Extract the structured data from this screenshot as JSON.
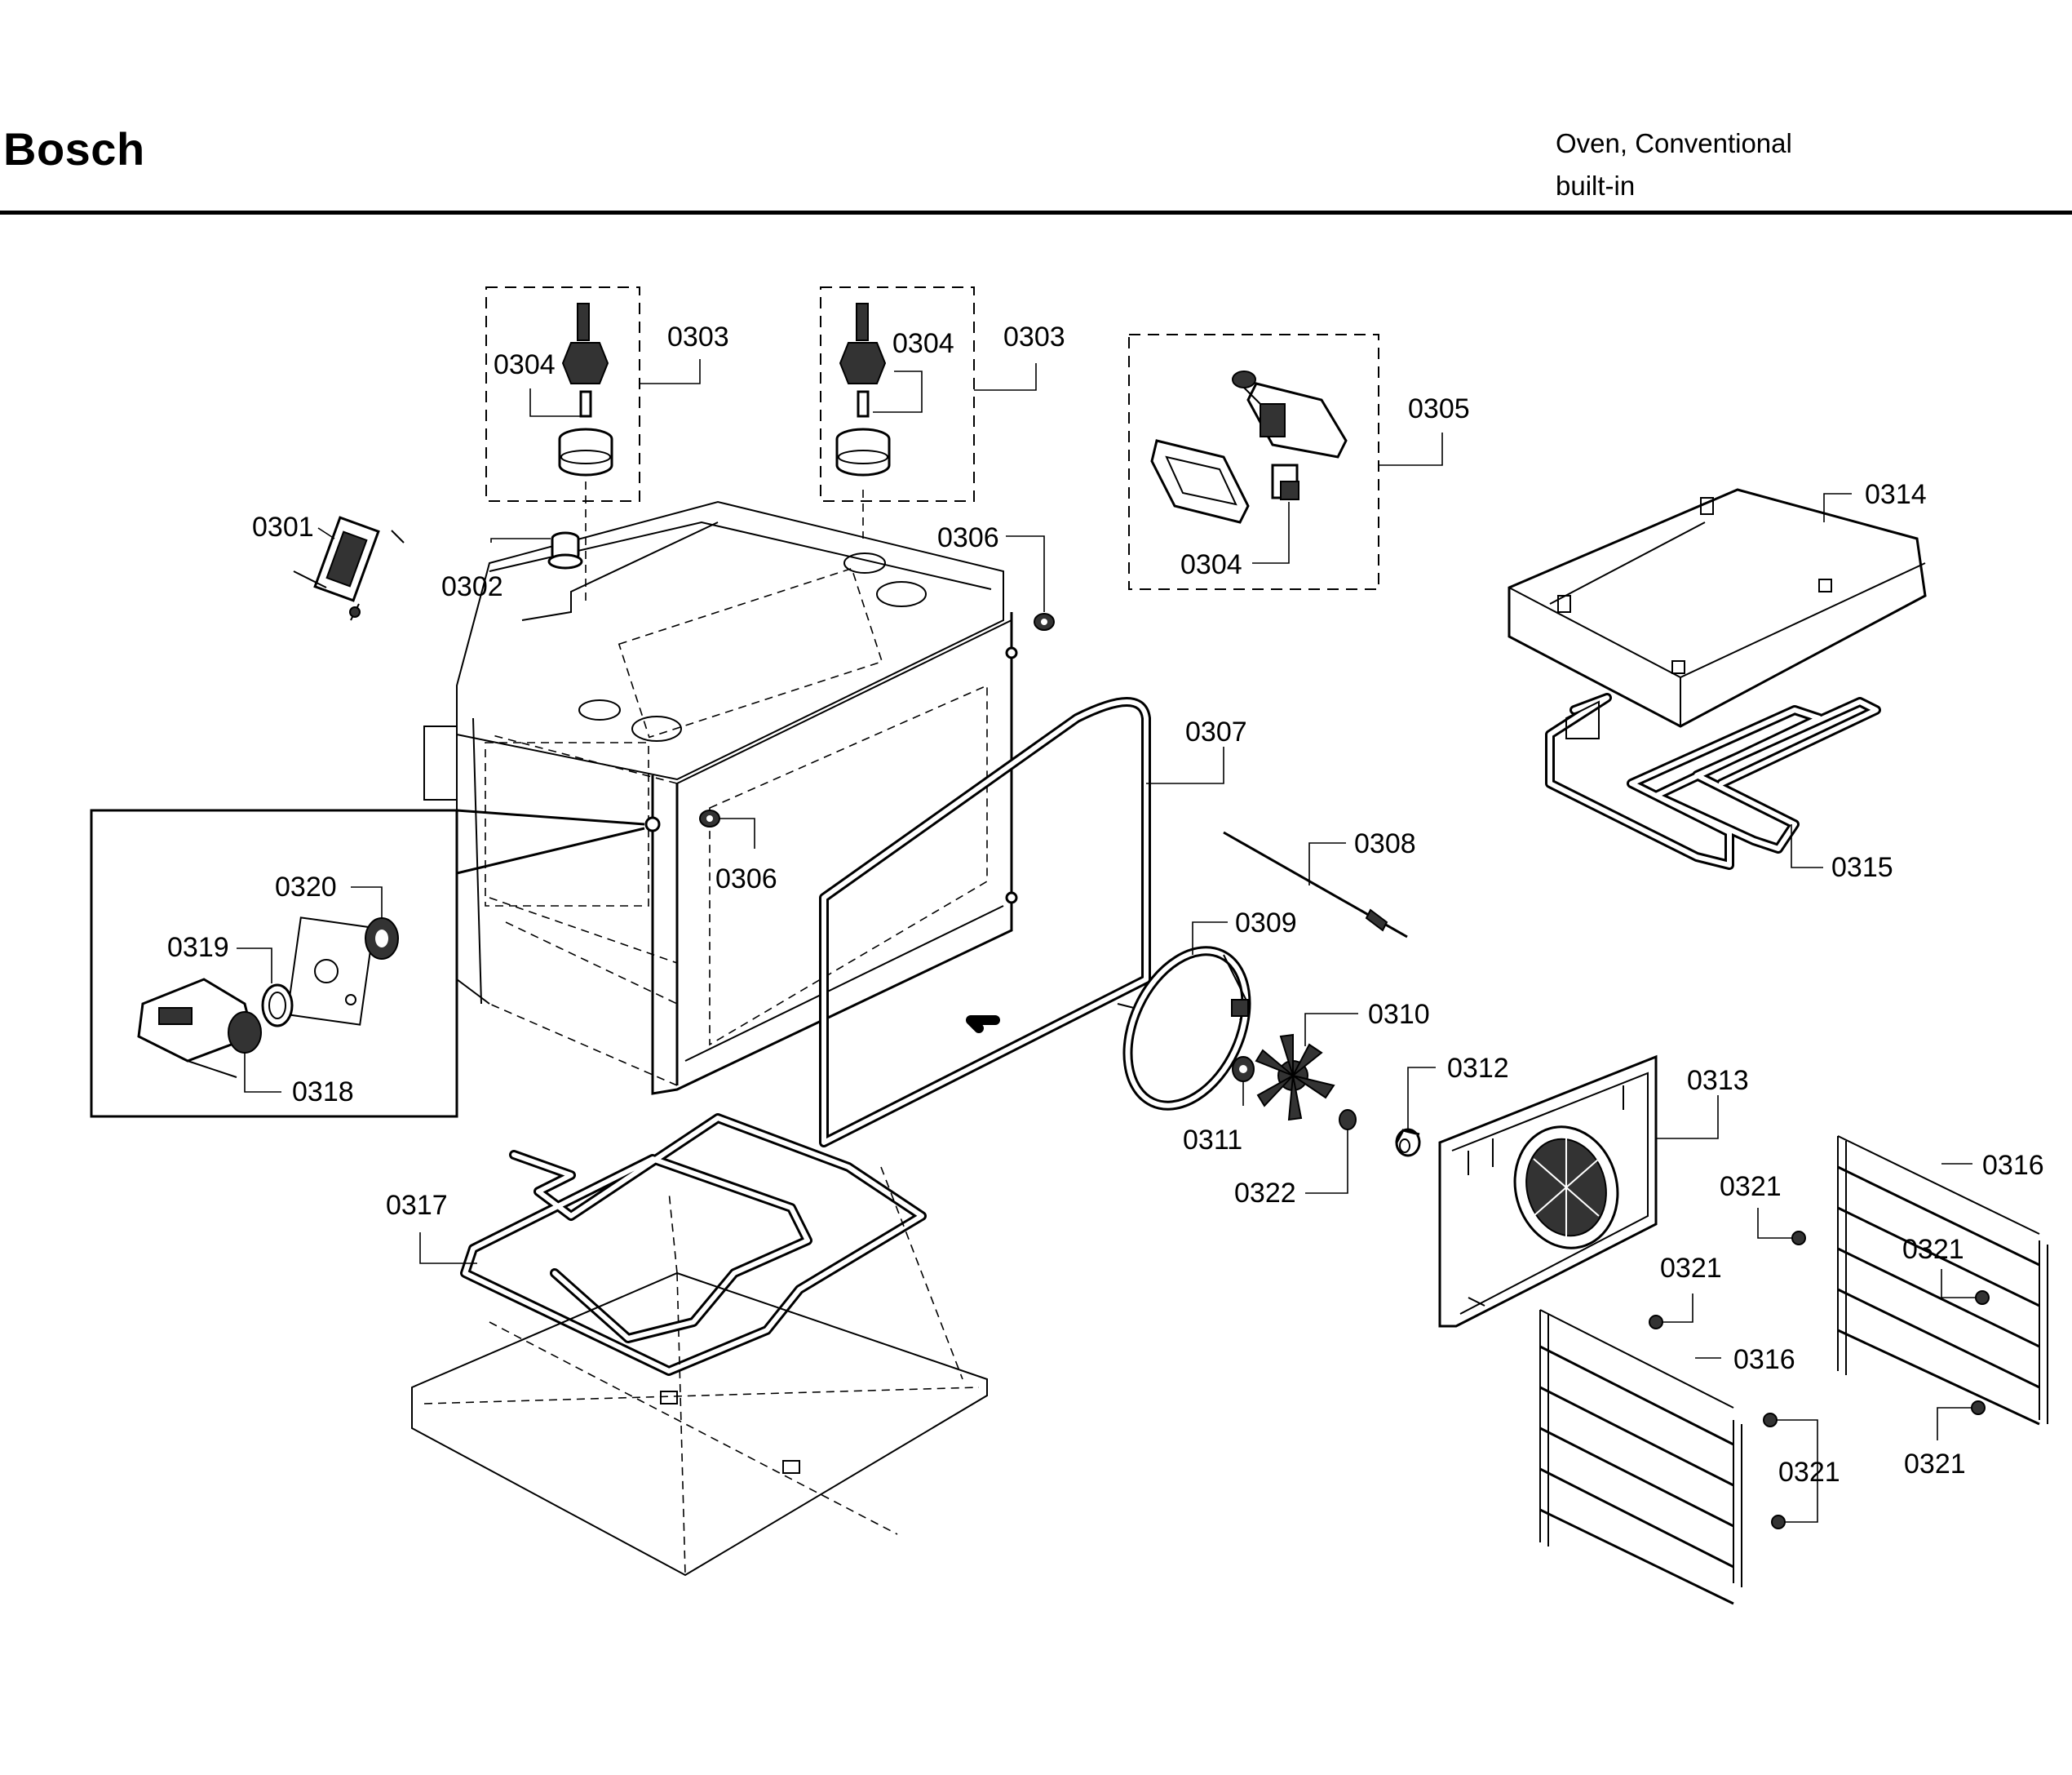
{
  "header": {
    "brand": "Bosch",
    "product_line1": "Oven, Conventional",
    "product_line2": "built-in"
  },
  "callouts": {
    "c0301": "0301",
    "c0302": "0302",
    "c0303": "0303",
    "c0304": "0304",
    "c0305": "0305",
    "c0306": "0306",
    "c0307": "0307",
    "c0308": "0308",
    "c0309": "0309",
    "c0310": "0310",
    "c0311": "0311",
    "c0312": "0312",
    "c0313": "0313",
    "c0314": "0314",
    "c0315": "0315",
    "c0316": "0316",
    "c0317": "0317",
    "c0318": "0318",
    "c0319": "0319",
    "c0320": "0320",
    "c0321": "0321",
    "c0322": "0322"
  }
}
